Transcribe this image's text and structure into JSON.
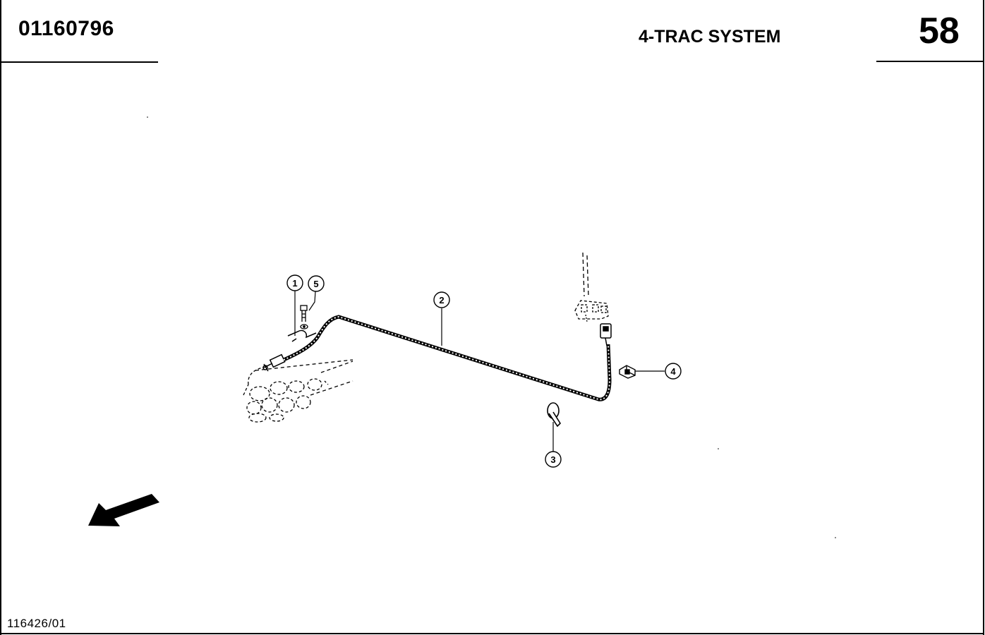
{
  "header": {
    "doc_number": "01160796",
    "section_title": "4-TRAC SYSTEM",
    "page_number": "58"
  },
  "footer": {
    "drawing_ref": "116426/01"
  },
  "callouts": [
    {
      "label": "1"
    },
    {
      "label": "5"
    },
    {
      "label": "2"
    },
    {
      "label": "4"
    },
    {
      "label": "3"
    }
  ],
  "icons": {
    "direction_arrow": "direction-arrow-icon"
  }
}
